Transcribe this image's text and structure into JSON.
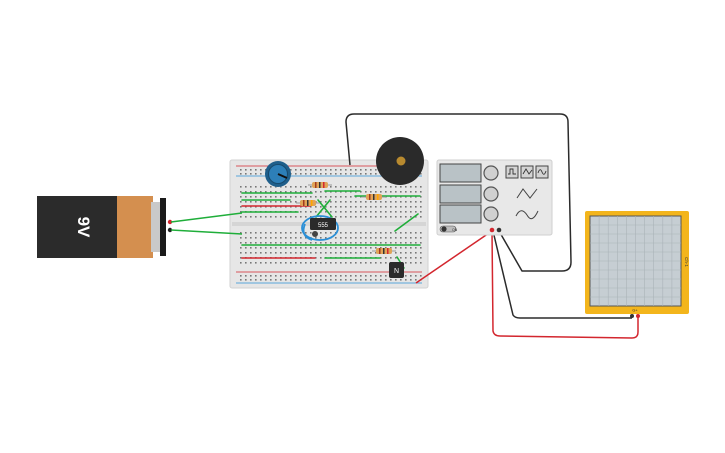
{
  "battery": {
    "label": "9V"
  },
  "chip": {
    "label": "555"
  },
  "transistor": {
    "label": "N"
  },
  "generator": {
    "power_button_label": "ON"
  },
  "oscilloscope": {
    "side_label": "Ch-1",
    "probe_label": "G+"
  },
  "colors": {
    "wire_green": "#1fae3a",
    "wire_red": "#d3262e",
    "wire_black": "#2b2b2b",
    "wire_blue": "#2b8fd6",
    "breadboard": "#e6e6e6",
    "battery_body": "#2b2b2b",
    "battery_cap": "#d48f4f",
    "scope_frame": "#f3b51c",
    "scope_screen": "#c6ced3"
  }
}
